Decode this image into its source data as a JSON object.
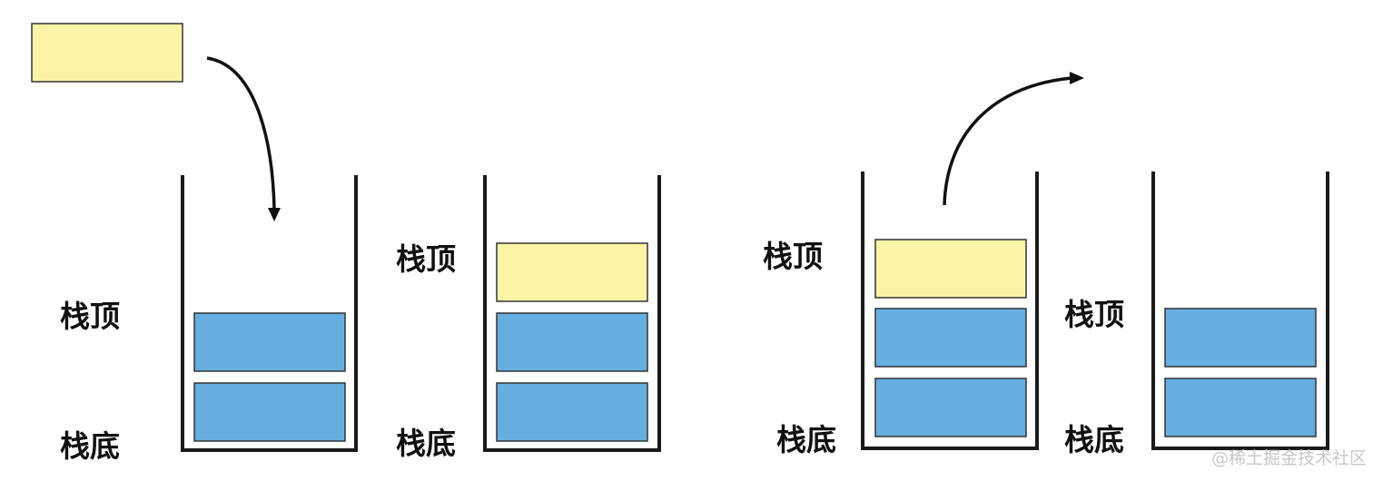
{
  "labels": {
    "top": "栈顶",
    "bottom": "栈底"
  },
  "watermark": "@稀土掘金技术社区",
  "colors": {
    "pushed_block": "#fbf4a6",
    "stack_block": "#66aee0",
    "outline": "#1a1a1a"
  }
}
